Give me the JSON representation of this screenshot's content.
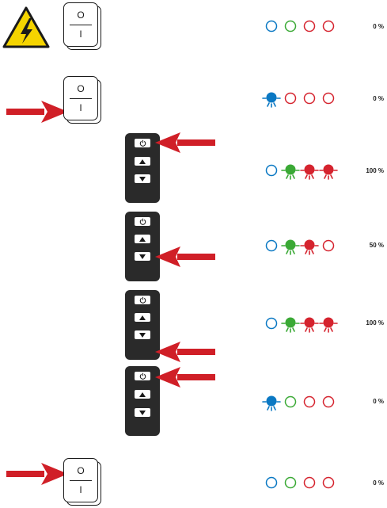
{
  "switch": {
    "off_label": "O",
    "on_label": "I"
  },
  "icons": {
    "warning": "high-voltage-warning-icon",
    "arrow": "red-arrow-icon",
    "power": "power-icon",
    "up": "arrow-up-icon",
    "down": "arrow-down-icon"
  },
  "colors": {
    "blue": "#0a78c3",
    "green": "#3aa935",
    "red": "#d5232e",
    "arrow": "#d01f27",
    "remote": "#2a2a2a"
  },
  "rows": [
    {
      "leds": [
        "blue-off",
        "green-off",
        "red-off",
        "red-off"
      ],
      "percent": "0 %"
    },
    {
      "leds": [
        "blue-on",
        "red-off",
        "red-off",
        "red-off"
      ],
      "percent": "0 %"
    },
    {
      "leds": [
        "blue-off",
        "green-on",
        "red-on",
        "red-on"
      ],
      "percent": "100 %"
    },
    {
      "leds": [
        "blue-off",
        "green-on",
        "red-on",
        "red-off"
      ],
      "percent": "50 %"
    },
    {
      "leds": [
        "blue-off",
        "green-on",
        "red-on",
        "red-on"
      ],
      "percent": "100 %"
    },
    {
      "leds": [
        "blue-on",
        "green-off",
        "red-off",
        "red-off"
      ],
      "percent": "0 %"
    },
    {
      "leds": [
        "blue-off",
        "green-off",
        "red-off",
        "red-off"
      ],
      "percent": "0 %"
    }
  ]
}
